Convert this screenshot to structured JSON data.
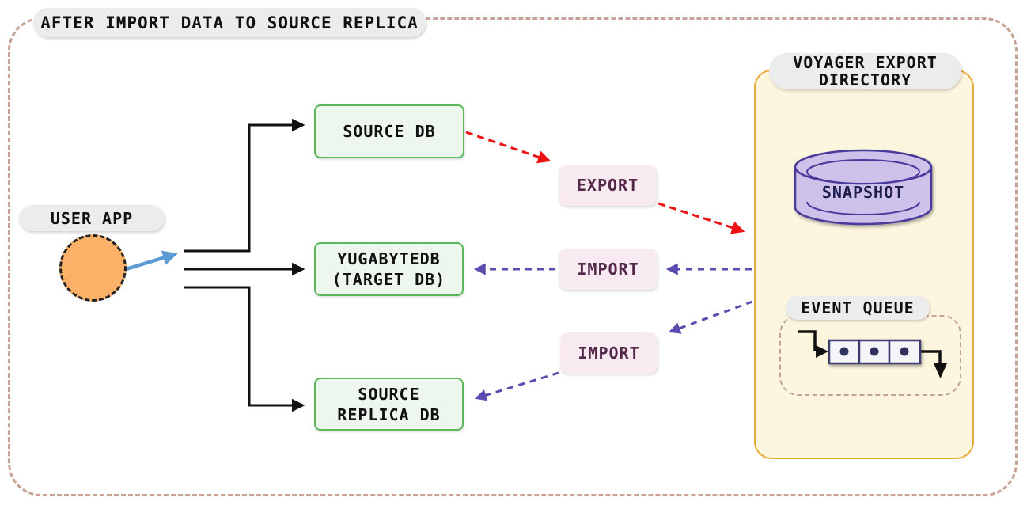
{
  "diagram_title": "AFTER IMPORT DATA TO SOURCE REPLICA",
  "user_app": {
    "label": "USER APP"
  },
  "databases": {
    "source_db": {
      "label": "SOURCE DB"
    },
    "target_db": {
      "label_line1": "YUGABYTEDB",
      "label_line2": "(TARGET DB)"
    },
    "source_replica_db": {
      "label_line1": "SOURCE",
      "label_line2": "REPLICA DB"
    }
  },
  "flow_labels": {
    "export": "EXPORT",
    "import_to_target": "IMPORT",
    "import_to_replica": "IMPORT"
  },
  "voyager_panel": {
    "title_line1": "VOYAGER EXPORT",
    "title_line2": "DIRECTORY",
    "snapshot_label": "SNAPSHOT",
    "event_queue_label": "EVENT QUEUE"
  },
  "colors": {
    "frame_dash": "#c7a396",
    "pill_bg": "#ececec",
    "db_fill": "#edf7ed",
    "db_border": "#5cb85c",
    "flow_label_bg": "#f7eaf1",
    "flow_label_text": "#53284a",
    "panel_fill": "#fdf6df",
    "panel_border": "#e9a93c",
    "snapshot_fill": "#cec2ea",
    "snapshot_stroke": "#4a3a9c",
    "export_arrow": "#ee1111",
    "import_arrow": "#5b4ab0",
    "user_arrow": "#5b9bd5",
    "user_circle_fill": "#fbb168",
    "black_line": "#111111"
  }
}
